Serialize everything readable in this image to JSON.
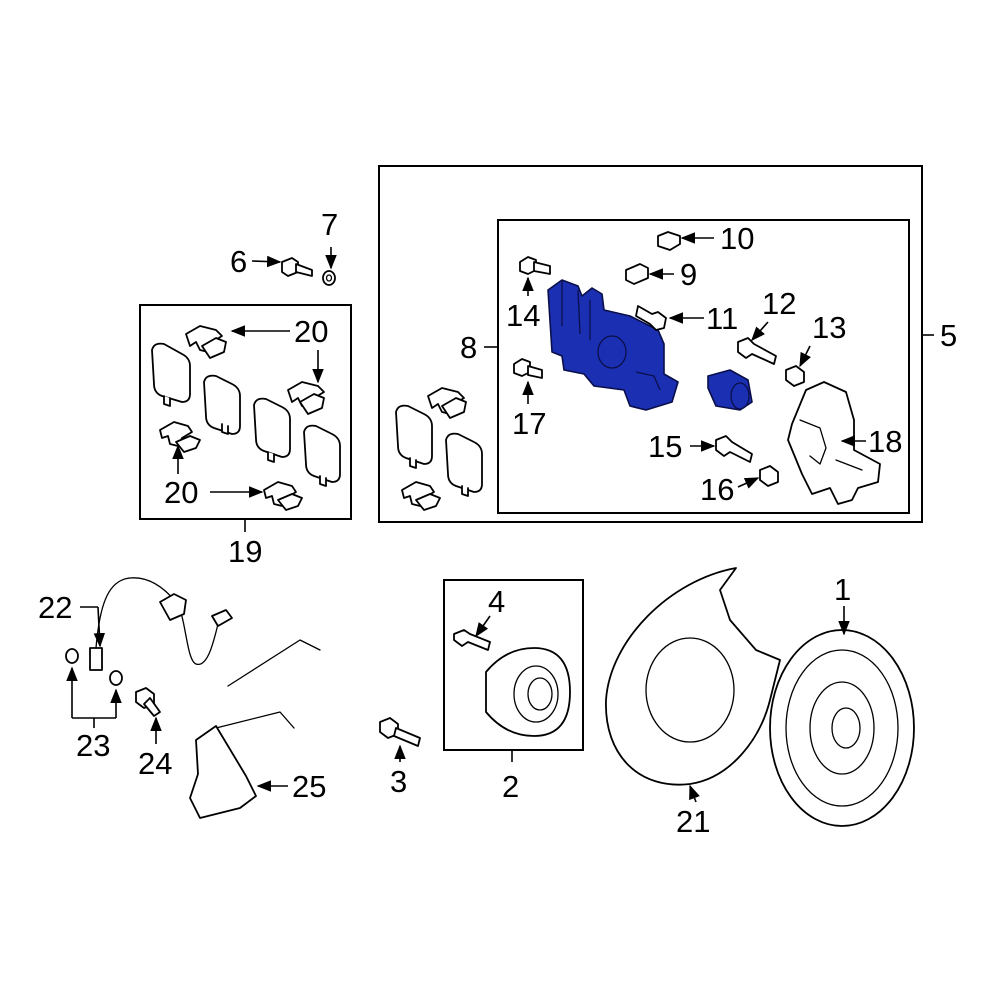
{
  "diagram": {
    "highlight_color": "#1b2fb3",
    "callouts": {
      "c1": "1",
      "c2": "2",
      "c3": "3",
      "c4": "4",
      "c5": "5",
      "c6": "6",
      "c7": "7",
      "c8": "8",
      "c9": "9",
      "c10": "10",
      "c11": "11",
      "c12": "12",
      "c13": "13",
      "c14": "14",
      "c15": "15",
      "c16": "16",
      "c17": "17",
      "c18": "18",
      "c19": "19",
      "c20a": "20",
      "c20b": "20",
      "c21": "21",
      "c22": "22",
      "c23": "23",
      "c24": "24",
      "c25": "25"
    }
  }
}
